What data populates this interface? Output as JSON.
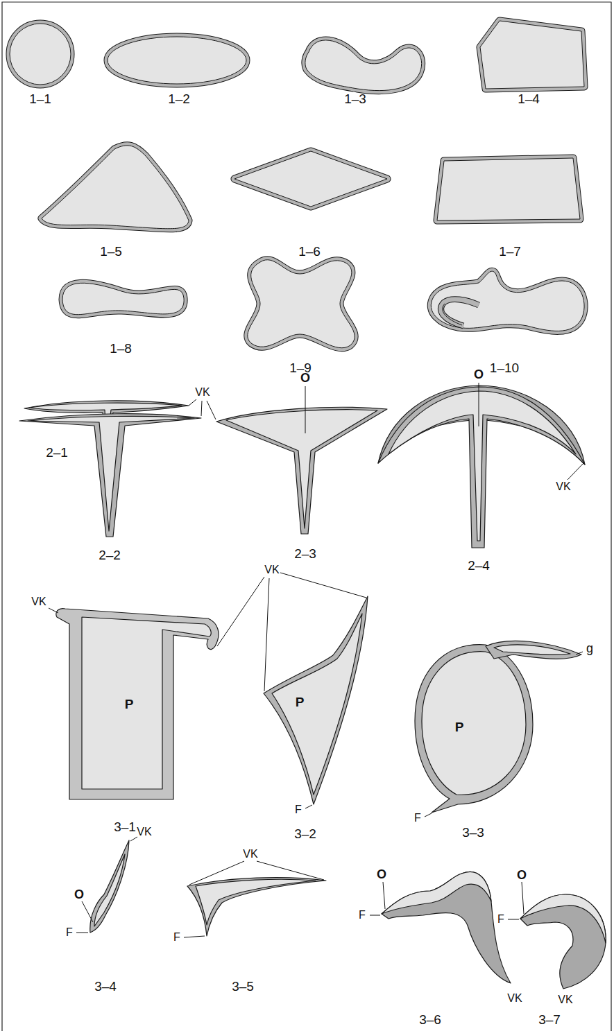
{
  "diagram": {
    "labels": [
      "1–1",
      "1–2",
      "1–3",
      "1–4",
      "1–5",
      "1–6",
      "1–7",
      "1–8",
      "1–9",
      "1–10",
      "VK",
      "O",
      "O",
      "2–1",
      "2–2",
      "2–3",
      "2–4",
      "VK",
      "VK",
      "VK",
      "g",
      "P",
      "P",
      "P",
      "F",
      "F",
      "3–1",
      "3–2",
      "3–3",
      "VK",
      "O",
      "F",
      "VK",
      "F",
      "O",
      "F",
      "VK",
      "O",
      "F",
      "VK",
      "3–4",
      "3–5",
      "3–6",
      "3–7"
    ]
  }
}
